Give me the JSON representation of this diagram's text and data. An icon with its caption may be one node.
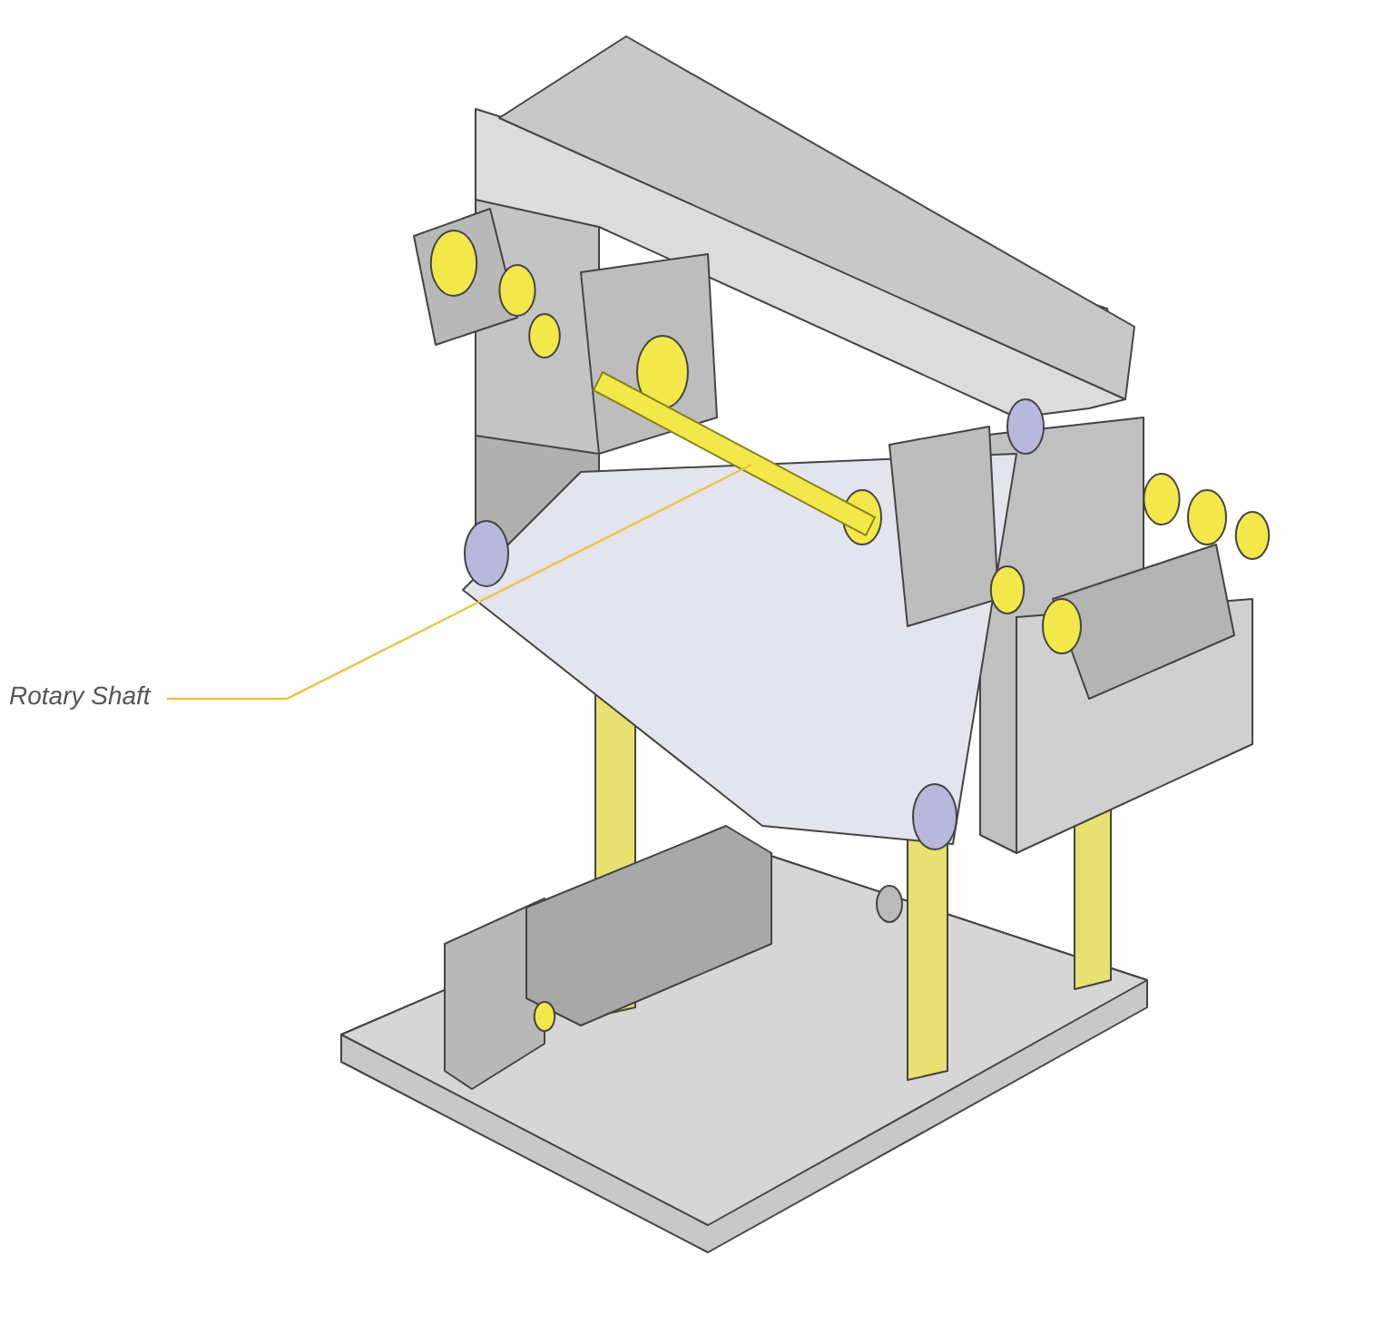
{
  "diagram": {
    "nodes": [
      {
        "text": [
          "Rotary Shaft"
        ]
      },
      {
        "text": [],
        "shape": "bar"
      }
    ],
    "edges": [
      {
        "from": 0,
        "to": 1,
        "arrow": "none"
      }
    ]
  }
}
